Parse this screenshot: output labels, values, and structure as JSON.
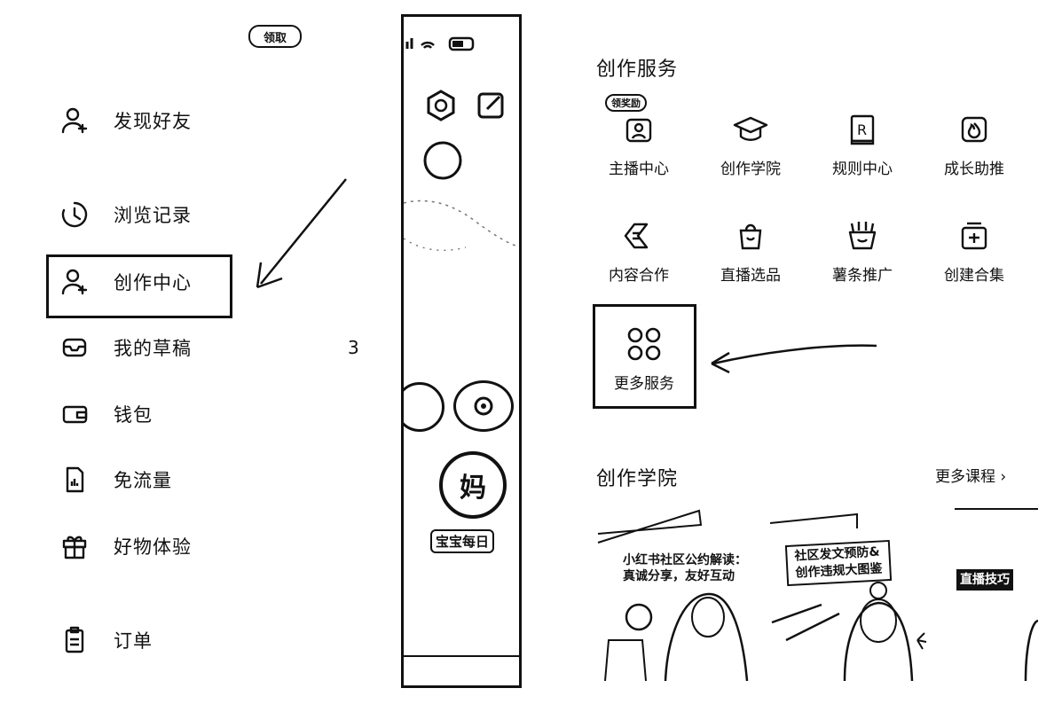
{
  "left_menu": {
    "top_badge": "领取",
    "items": [
      {
        "label": "发现好友",
        "icon": "add-friend-icon"
      },
      {
        "label": "浏览记录",
        "icon": "history-clock-icon"
      },
      {
        "label": "创作中心",
        "icon": "creator-icon"
      },
      {
        "label": "我的草稿",
        "icon": "draft-tray-icon",
        "count": "3"
      },
      {
        "label": "钱包",
        "icon": "wallet-icon"
      },
      {
        "label": "免流量",
        "icon": "sim-card-icon"
      },
      {
        "label": "好物体验",
        "icon": "gift-icon"
      },
      {
        "label": "订单",
        "icon": "order-clipboard-icon"
      }
    ]
  },
  "phone": {
    "avatar_char": "妈",
    "avatar_caption": "宝宝每日"
  },
  "creator_services": {
    "title": "创作服务",
    "items": [
      {
        "label": "主播中心",
        "icon": "anchor-center-icon",
        "badge": "领奖励"
      },
      {
        "label": "创作学院",
        "icon": "graduation-cap-icon"
      },
      {
        "label": "规则中心",
        "icon": "rules-book-icon"
      },
      {
        "label": "成长助推",
        "icon": "flame-icon"
      },
      {
        "label": "内容合作",
        "icon": "content-coop-icon"
      },
      {
        "label": "直播选品",
        "icon": "shopping-bag-icon"
      },
      {
        "label": "薯条推广",
        "icon": "fries-icon"
      },
      {
        "label": "创建合集",
        "icon": "collection-plus-icon"
      }
    ],
    "more": {
      "label": "更多服务",
      "icon": "four-circles-icon"
    }
  },
  "academy": {
    "title": "创作学院",
    "more_link": "更多课程 ›",
    "cards": [
      {
        "title_line1": "小红书社区公约解读：",
        "title_line2": "真诚分享，友好互动"
      },
      {
        "banner_line1": "社区发文预防&",
        "banner_line2": "创作违规大图鉴"
      },
      {
        "banner": "直播技巧"
      }
    ]
  },
  "colors": {
    "ink": "#111111",
    "background": "#ffffff"
  }
}
